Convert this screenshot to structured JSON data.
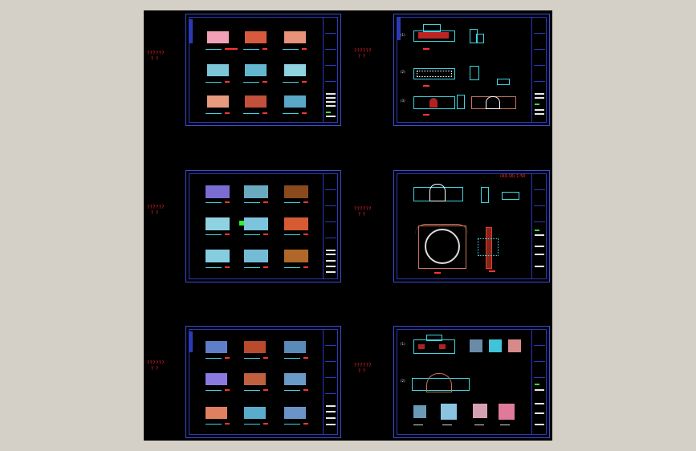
{
  "viewer": {
    "background": "#d4d0c8",
    "canvas_color": "#000000",
    "frame_color": "#3a4fd6",
    "label_color": "#ff2a2a"
  },
  "sheets": [
    {
      "id": "sheet-1",
      "label": "??????\n  ? ?",
      "kind": "thumbnail-grid"
    },
    {
      "id": "sheet-2",
      "label": "??????\n  ? ?",
      "kind": "elevations"
    },
    {
      "id": "sheet-3",
      "label": "??????\n  ? ?",
      "kind": "thumbnail-grid"
    },
    {
      "id": "sheet-4",
      "label": "??????\n  ? ?",
      "kind": "gate-detail",
      "annotation": "(A3-16) 1:50"
    },
    {
      "id": "sheet-5",
      "label": "??????\n  ? ?",
      "kind": "thumbnail-grid"
    },
    {
      "id": "sheet-6",
      "label": "??????\n  ? ?",
      "kind": "panels"
    }
  ],
  "scale_tag": "1:50",
  "row_marks": [
    "(1)",
    "(2)",
    "(3)"
  ]
}
